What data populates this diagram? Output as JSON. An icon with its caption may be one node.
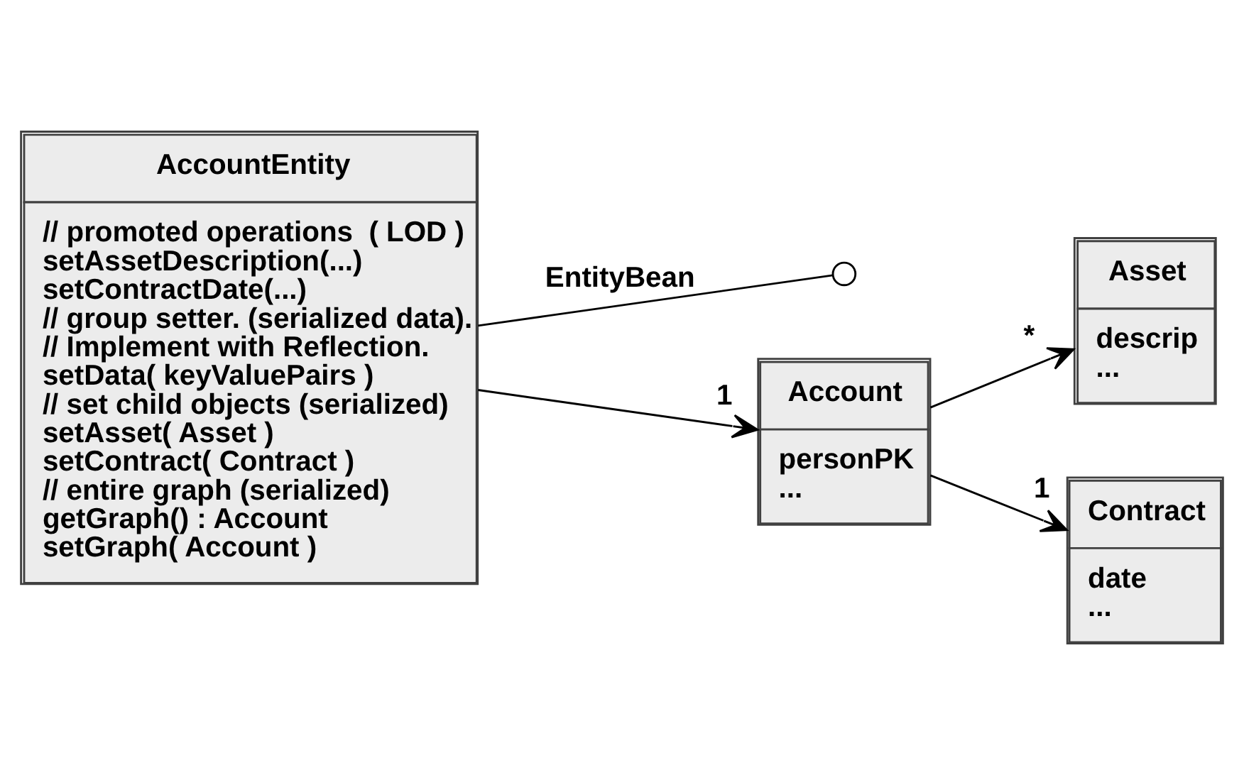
{
  "diagram": {
    "nodes": [
      {
        "text": [
          "AccountEntity",
          "// promoted operations  ( LOD )",
          "setAssetDescription(...)",
          "setContractDate(...)",
          "// group setter. (serialized data).",
          "// Implement with Reflection.",
          "setData( keyValuePairs )",
          "// set child objects (serialized)",
          "setAsset( Asset )",
          "setContract( Contract )",
          "// entire graph (serialized)",
          "getGraph() : Account",
          "setGraph( Account )"
        ]
      },
      {
        "text": [],
        "shape": "circle"
      },
      {
        "text": [
          "Account",
          "personPK",
          "..."
        ]
      },
      {
        "text": [
          "Asset",
          "descrip",
          "..."
        ]
      },
      {
        "text": [
          "Contract",
          "date",
          "..."
        ]
      }
    ],
    "edges": [
      {
        "from": 0,
        "to": 1,
        "arrow": "none",
        "label": "EntityBean"
      },
      {
        "from": 0,
        "to": 2,
        "arrow": "to",
        "label": "1"
      },
      {
        "from": 2,
        "to": 3,
        "arrow": "to",
        "label": "*"
      },
      {
        "from": 2,
        "to": 4,
        "arrow": "to",
        "label": "1"
      }
    ]
  }
}
